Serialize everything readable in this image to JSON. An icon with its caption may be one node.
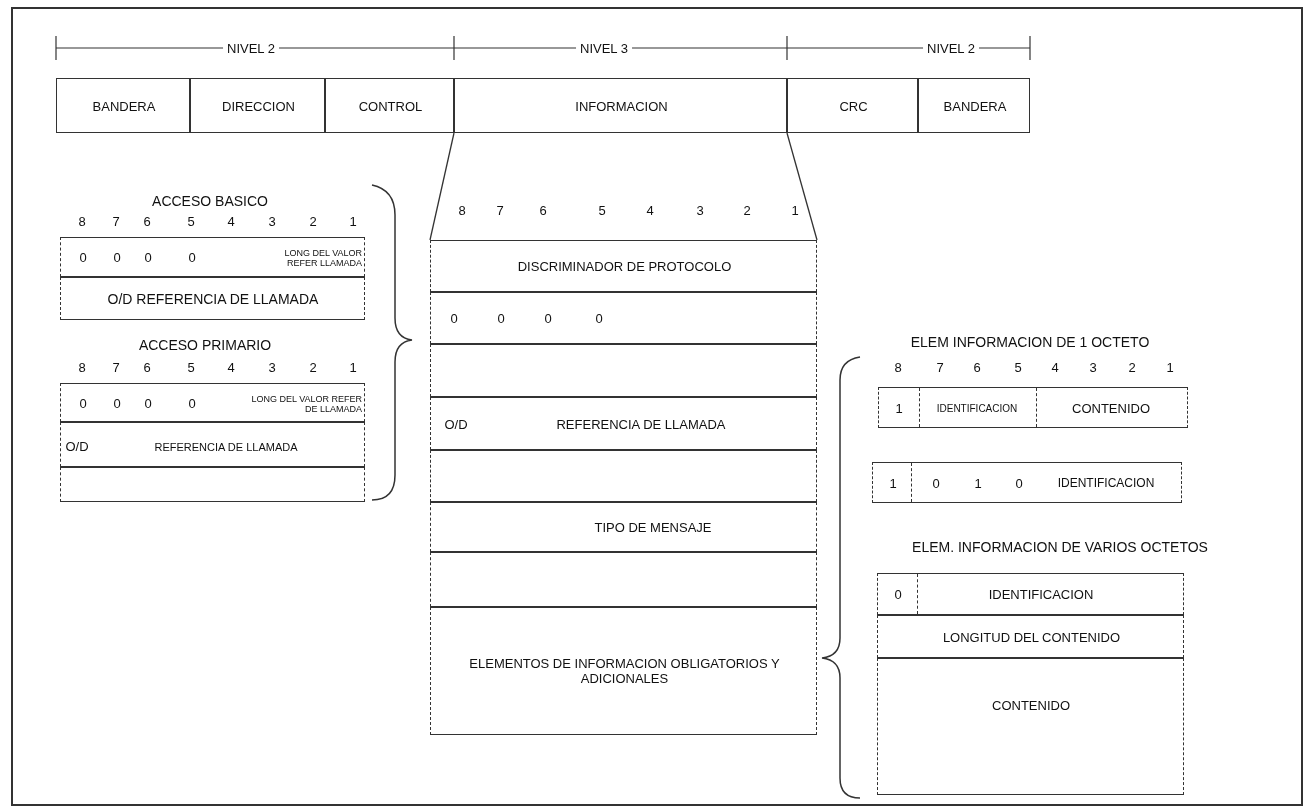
{
  "diagram": {
    "nodes": [
      {
        "text": [
          "BANDERA"
        ]
      },
      {
        "text": [
          "DIRECCION"
        ]
      },
      {
        "text": [
          "CONTROL"
        ]
      },
      {
        "text": [
          "INFORMACION"
        ]
      },
      {
        "text": [
          "CRC"
        ]
      },
      {
        "text": [
          "BANDERA"
        ]
      },
      {
        "text": [
          "0",
          "0",
          "0",
          "0",
          "LONG DEL VALOR REFER LLAMADA"
        ]
      },
      {
        "text": [
          "O/D REFERENCIA DE LLAMADA"
        ]
      },
      {
        "text": [
          "0",
          "0",
          "0",
          "0",
          "LONG DEL VALOR REFER DE LLAMADA"
        ]
      },
      {
        "text": [
          "O/D",
          "REFERENCIA DE LLAMADA"
        ]
      },
      {
        "text": [],
        "shape": "box"
      },
      {
        "text": [
          "DISCRIMINADOR DE PROTOCOLO"
        ]
      },
      {
        "text": [
          "0",
          "0",
          "0",
          "0"
        ]
      },
      {
        "text": [],
        "shape": "box"
      },
      {
        "text": [
          "O/D",
          "REFERENCIA DE LLAMADA"
        ]
      },
      {
        "text": [],
        "shape": "box"
      },
      {
        "text": [
          "TIPO DE MENSAJE"
        ]
      },
      {
        "text": [],
        "shape": "box"
      },
      {
        "text": [
          "ELEMENTOS DE INFORMACION OBLIGATORIOS Y ADICIONALES"
        ]
      },
      {
        "text": [
          "1",
          "IDENTIFICACION",
          "CONTENIDO"
        ]
      },
      {
        "text": [
          "1",
          "0",
          "1",
          "0",
          "IDENTIFICACION"
        ]
      },
      {
        "text": [
          "0",
          "IDENTIFICACION"
        ]
      },
      {
        "text": [
          "LONGITUD DEL CONTENIDO"
        ]
      },
      {
        "text": [
          "CONTENIDO"
        ]
      }
    ],
    "edges": [
      {
        "from": 3,
        "to": 11,
        "arrow": "none"
      },
      {
        "from": 3,
        "to": 11,
        "arrow": "none"
      }
    ],
    "labels": [
      "NIVEL 2",
      "NIVEL 3",
      "NIVEL 2",
      "ACCESO BASICO",
      "8",
      "7",
      "6",
      "5",
      "4",
      "3",
      "2",
      "1",
      "8",
      "7",
      "6",
      "5",
      "4",
      "3",
      "2",
      "1",
      "ACCESO PRIMARIO",
      "8",
      "7",
      "6",
      "5",
      "4",
      "3",
      "2",
      "1",
      "ELEM  INFORMACION DE 1 OCTETO",
      "8",
      "7",
      "6",
      "5",
      "4",
      "3",
      "2",
      "1",
      "ELEM. INFORMACION DE VARIOS OCTETOS"
    ]
  }
}
